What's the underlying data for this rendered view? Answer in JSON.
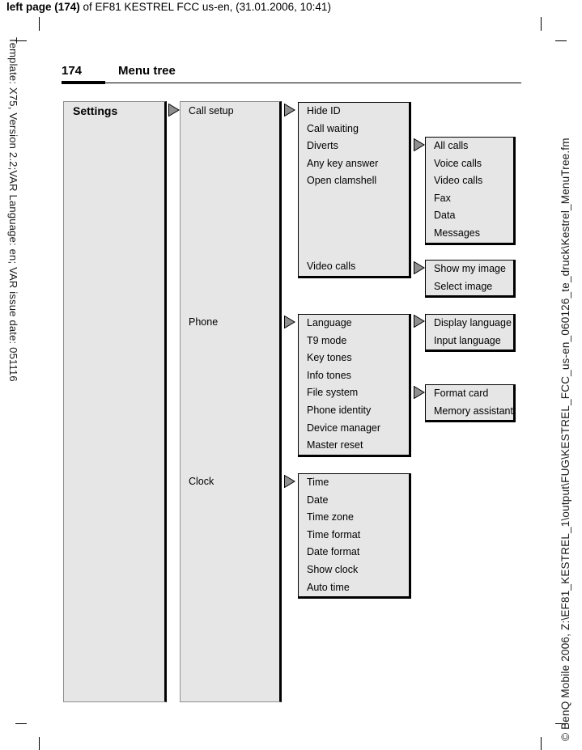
{
  "top_note": {
    "bold": "left page (174)",
    "rest": " of EF81 KESTREL FCC us-en, (31.01.2006, 10:41)"
  },
  "page_header": {
    "number": "174",
    "title": "Menu tree"
  },
  "margins": {
    "left": "Template: X75, Version 2.2;VAR Language: en; VAR issue date: 051116",
    "right": "© BenQ Mobile 2006, Z:\\EF81_KESTREL_1\\output\\FUG\\KESTREL_FCC_us-en_060126_te_druck\\Kestrel_MenuTree.fm"
  },
  "tree": {
    "root": "Settings",
    "level2": [
      "Call setup",
      "Phone",
      "Clock"
    ],
    "call_setup_items": [
      "Hide ID",
      "Call waiting",
      "Diverts",
      "Any key answer",
      "Open clamshell"
    ],
    "call_setup_last_item": "Video calls",
    "diverts_items": [
      "All calls",
      "Voice calls",
      "Video calls",
      "Fax",
      "Data",
      "Messages"
    ],
    "video_calls_items": [
      "Show my image",
      "Select image"
    ],
    "phone_items": [
      "Language",
      "T9 mode",
      "Key tones",
      "Info tones",
      "File system",
      "Phone identity",
      "Device manager",
      "Master reset"
    ],
    "language_items": [
      "Display language",
      "Input language"
    ],
    "file_system_items": [
      "Format card",
      "Memory assistant"
    ],
    "clock_items": [
      "Time",
      "Date",
      "Time zone",
      "Time format",
      "Date format",
      "Show clock",
      "Auto time"
    ]
  },
  "colors": {
    "box_fill": "#e6e6e6",
    "arrow_fill": "#8f8f8f",
    "border_black": "#000000",
    "border_grey": "#8f8f8f"
  }
}
